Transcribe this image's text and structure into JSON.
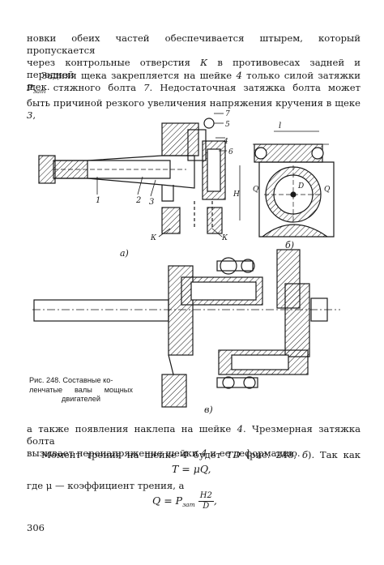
{
  "para1": {
    "l1": "новки обеих частей обеспечивается штырем, который пропускается",
    "l2a": "через контрольные отверстия ",
    "l2b": "К",
    "l2c": " в противовесах задней и передней",
    "l3": "щек."
  },
  "para2": {
    "l1a": "Задняя щека закрепляется на шейке ",
    "l1b": "4",
    "l1c": " только силой затяжки",
    "l2a": "P",
    "l2sub": "зат",
    "l2b": " стяжного болта ",
    "l2c": "7",
    "l2d": ". Недостаточная затяжка болта может",
    "l3a": "быть причиной резкого увеличения напряжения кручения в щеке ",
    "l3b": "3",
    "l3c": ","
  },
  "figure": {
    "labels_a": [
      "1",
      "2",
      "3",
      "4",
      "5",
      "6",
      "7",
      "К",
      "К"
    ],
    "sublabel_a": "а)",
    "labels_b": [
      "l",
      "Q",
      "H",
      "Q",
      "D"
    ],
    "sublabel_b": "б)",
    "sublabel_c": "в)"
  },
  "caption": {
    "l1": "Рис. 248. Составные ко-",
    "l2": "ленчатые валы мощных",
    "l3": "двигателей"
  },
  "para3": {
    "l1a": "а также появления наклепа на шейке ",
    "l1b": "4",
    "l1c": ". Чрезмерная затяжка болта",
    "l2a": "вызывает перенапряжение шейки ",
    "l2b": "4",
    "l2c": " и ее деформацию."
  },
  "para4": {
    "l1a": "Момент трения на шейке ",
    "l1b": "4",
    "l1c": " будет ",
    "l1d": "TD",
    "l1e": " (рис. 248, ",
    "l1f": "б",
    "l1g": "). Так как"
  },
  "formula1": "T = μQ,",
  "para5": {
    "l1": "где μ — коэффициент трения, а"
  },
  "formula2": {
    "lhs": "Q = P",
    "sub": "зат",
    "num": "H2",
    "den": "D",
    "tail": ","
  },
  "page_number": "306"
}
